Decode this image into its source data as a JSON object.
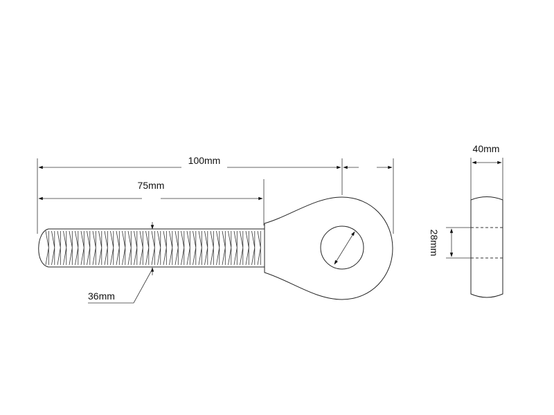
{
  "dimensions": {
    "overall_length": "100mm",
    "thread_length": "75mm",
    "thread_diameter": "36mm",
    "eye_width": "40mm",
    "hole_diameter": "28mm"
  },
  "colors": {
    "line": "#222222",
    "background": "#ffffff"
  }
}
